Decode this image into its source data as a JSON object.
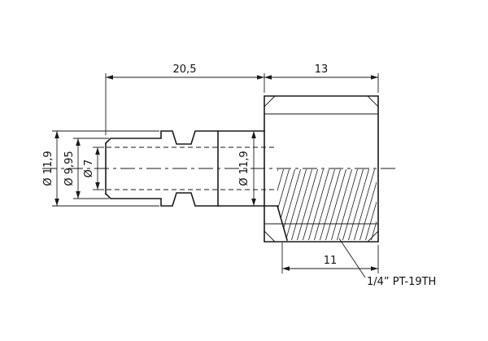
{
  "dims": {
    "plug_length": "20,5",
    "hex_length": "13",
    "dia_plug_outer": "Ø 11,9",
    "dia_plug_tip": "Ø 9,95",
    "dia_bore": "Ø 7",
    "dia_body": "Ø 11,9",
    "thread_length": "11",
    "thread_spec": "1/4” PT-19TH"
  },
  "colors": {
    "line": "#1a1a1a",
    "background": "#ffffff"
  }
}
